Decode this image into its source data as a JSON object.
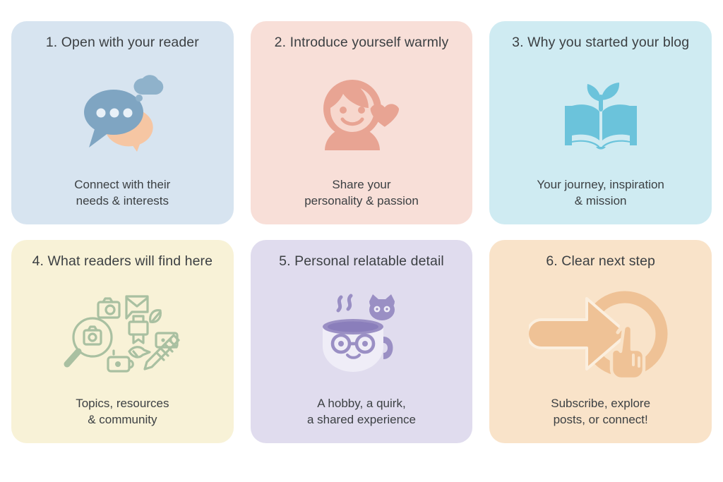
{
  "page": {
    "kind": "infographic",
    "layout": "3 columns x 2 rows card grid",
    "background_color": "#FFFFFF",
    "text_color": "#3C4043"
  },
  "cards": [
    {
      "number": "1.",
      "title": "1. Open with your reader",
      "caption": "Connect with their\nneeds & interests",
      "icon_name": "speech-bubbles-icon",
      "background_color": "#D7E4F0",
      "icon_color": "#7FA5C2",
      "icon_accent_color": "#F6C6A3"
    },
    {
      "number": "2.",
      "title": "2. Introduce yourself warmly",
      "caption": "Share your\npersonality & passion",
      "icon_name": "person-with-heart-icon",
      "background_color": "#F8DFD8",
      "icon_color": "#E8A493",
      "icon_accent_color": "#F7D7CD"
    },
    {
      "number": "3.",
      "title": "3. Why you started your blog",
      "caption": "Your journey, inspiration\n& mission",
      "icon_name": "open-book-with-sprout-icon",
      "background_color": "#CFEBF2",
      "icon_color": "#6BC3DB",
      "icon_accent_color": "#8FD4E6"
    },
    {
      "number": "4.",
      "title": "4. What readers will find here",
      "caption": "Topics, resources\n& community",
      "icon_name": "content-icons-cluster-icon",
      "background_color": "#F8F2D7",
      "icon_color": "#A9C0A1",
      "icon_accent_color": "#BBCFB3"
    },
    {
      "number": "5.",
      "title": "5. Personal relatable detail",
      "caption": "A hobby, a quirk,\na shared experience",
      "icon_name": "coffee-mug-with-glasses-icon",
      "background_color": "#E0DCEE",
      "icon_color": "#9A8FC4",
      "icon_accent_color": "#EFEDF7"
    },
    {
      "number": "6.",
      "title": "6. Clear next step",
      "caption": "Subscribe, explore\nposts, or connect!",
      "icon_name": "arrow-to-click-target-icon",
      "background_color": "#F9E3C9",
      "icon_color": "#EFC296",
      "icon_accent_color": "#F4D6B3"
    }
  ]
}
